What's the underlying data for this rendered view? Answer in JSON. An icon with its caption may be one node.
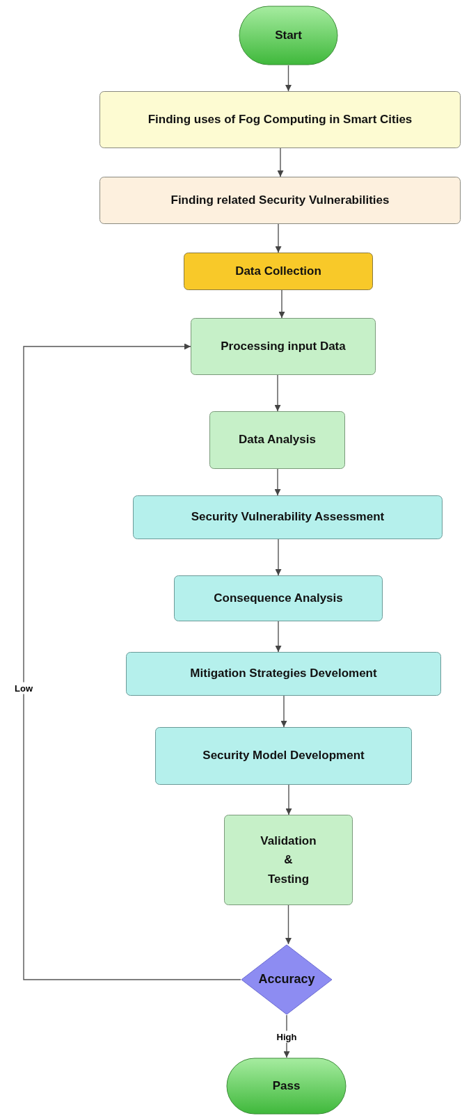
{
  "diagram": {
    "nodes": [
      {
        "text": [
          "Start"
        ]
      },
      {
        "text": [
          "Finding uses of Fog Computing in Smart Cities"
        ]
      },
      {
        "text": [
          "Finding related Security Vulnerabilities"
        ]
      },
      {
        "text": [
          "Data Collection"
        ]
      },
      {
        "text": [
          "Processing input Data"
        ]
      },
      {
        "text": [
          "Data Analysis"
        ]
      },
      {
        "text": [
          "Security Vulnerability Assessment"
        ]
      },
      {
        "text": [
          "Consequence Analysis"
        ]
      },
      {
        "text": [
          "Mitigation Strategies Develoment"
        ]
      },
      {
        "text": [
          "Security Model Development"
        ]
      },
      {
        "text": [
          "Validation & Testing"
        ]
      },
      {
        "text": [
          "Accuracy"
        ]
      },
      {
        "text": [
          "Pass"
        ]
      }
    ],
    "edges": [
      {
        "from": 0,
        "to": 1,
        "arrow": "to"
      },
      {
        "from": 1,
        "to": 2,
        "arrow": "to"
      },
      {
        "from": 2,
        "to": 3,
        "arrow": "to"
      },
      {
        "from": 3,
        "to": 4,
        "arrow": "to"
      },
      {
        "from": 4,
        "to": 5,
        "arrow": "to"
      },
      {
        "from": 5,
        "to": 6,
        "arrow": "to"
      },
      {
        "from": 6,
        "to": 7,
        "arrow": "to"
      },
      {
        "from": 7,
        "to": 8,
        "arrow": "to"
      },
      {
        "from": 8,
        "to": 9,
        "arrow": "to"
      },
      {
        "from": 9,
        "to": 10,
        "arrow": "to"
      },
      {
        "from": 10,
        "to": 11,
        "arrow": "to"
      },
      {
        "from": 11,
        "to": 12,
        "label": "High",
        "arrow": "to"
      },
      {
        "from": 11,
        "to": 4,
        "label": "Low",
        "arrow": "to"
      }
    ]
  }
}
